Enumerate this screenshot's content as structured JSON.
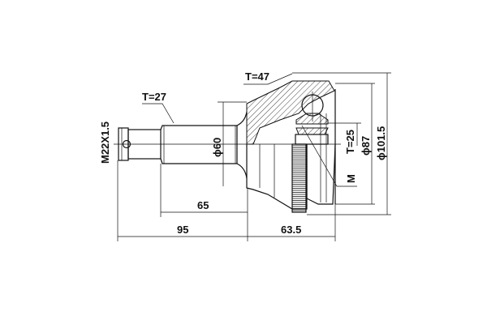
{
  "labels": {
    "thread": "M22X1.5",
    "shaft_teeth": "T=27",
    "outer_teeth": "T=47",
    "inner_teeth": "T=25",
    "shaft_diameter": "ϕ60",
    "seal_diameter": "ϕ87",
    "outer_diameter": "ϕ101.5",
    "marker": "M",
    "length_shaft": "65",
    "length_total_shaft": "95",
    "length_body": "63.5"
  },
  "colors": {
    "line": "#111111",
    "background": "#ffffff"
  }
}
